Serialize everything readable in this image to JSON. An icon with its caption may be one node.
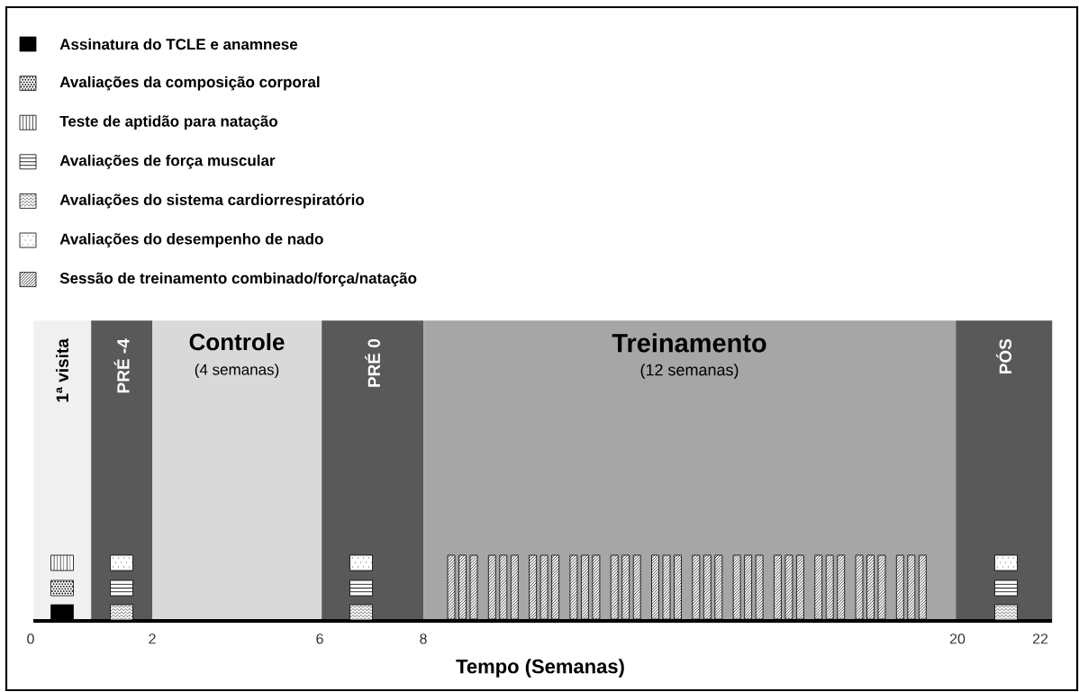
{
  "diagram": {
    "nodes": [
      {
        "text": [
          "1ª visita"
        ]
      },
      {
        "text": [
          "PRÉ -4"
        ]
      },
      {
        "text": [
          "Controle",
          "(4 semanas)"
        ]
      },
      {
        "text": [
          "PRÉ 0"
        ]
      },
      {
        "text": [
          "Treinamento",
          "(12 semanas)"
        ]
      },
      {
        "text": [
          "PÓS"
        ]
      }
    ],
    "labels": [
      "0",
      "2",
      "6",
      "8",
      "20",
      "22",
      "Tempo (Semanas)"
    ],
    "legend": [
      {
        "text": "Assinatura do TCLE e anamnese"
      },
      {
        "text": "Avaliações da composição corporal"
      },
      {
        "text": "Teste de aptidão para natação"
      },
      {
        "text": "Avaliações de força muscular"
      },
      {
        "text": "Avaliações do sistema cardiorrespiratório"
      },
      {
        "text": "Avaliações do desempenho de nado"
      },
      {
        "text": "Sessão de treinamento combinado/força/natação"
      }
    ]
  }
}
